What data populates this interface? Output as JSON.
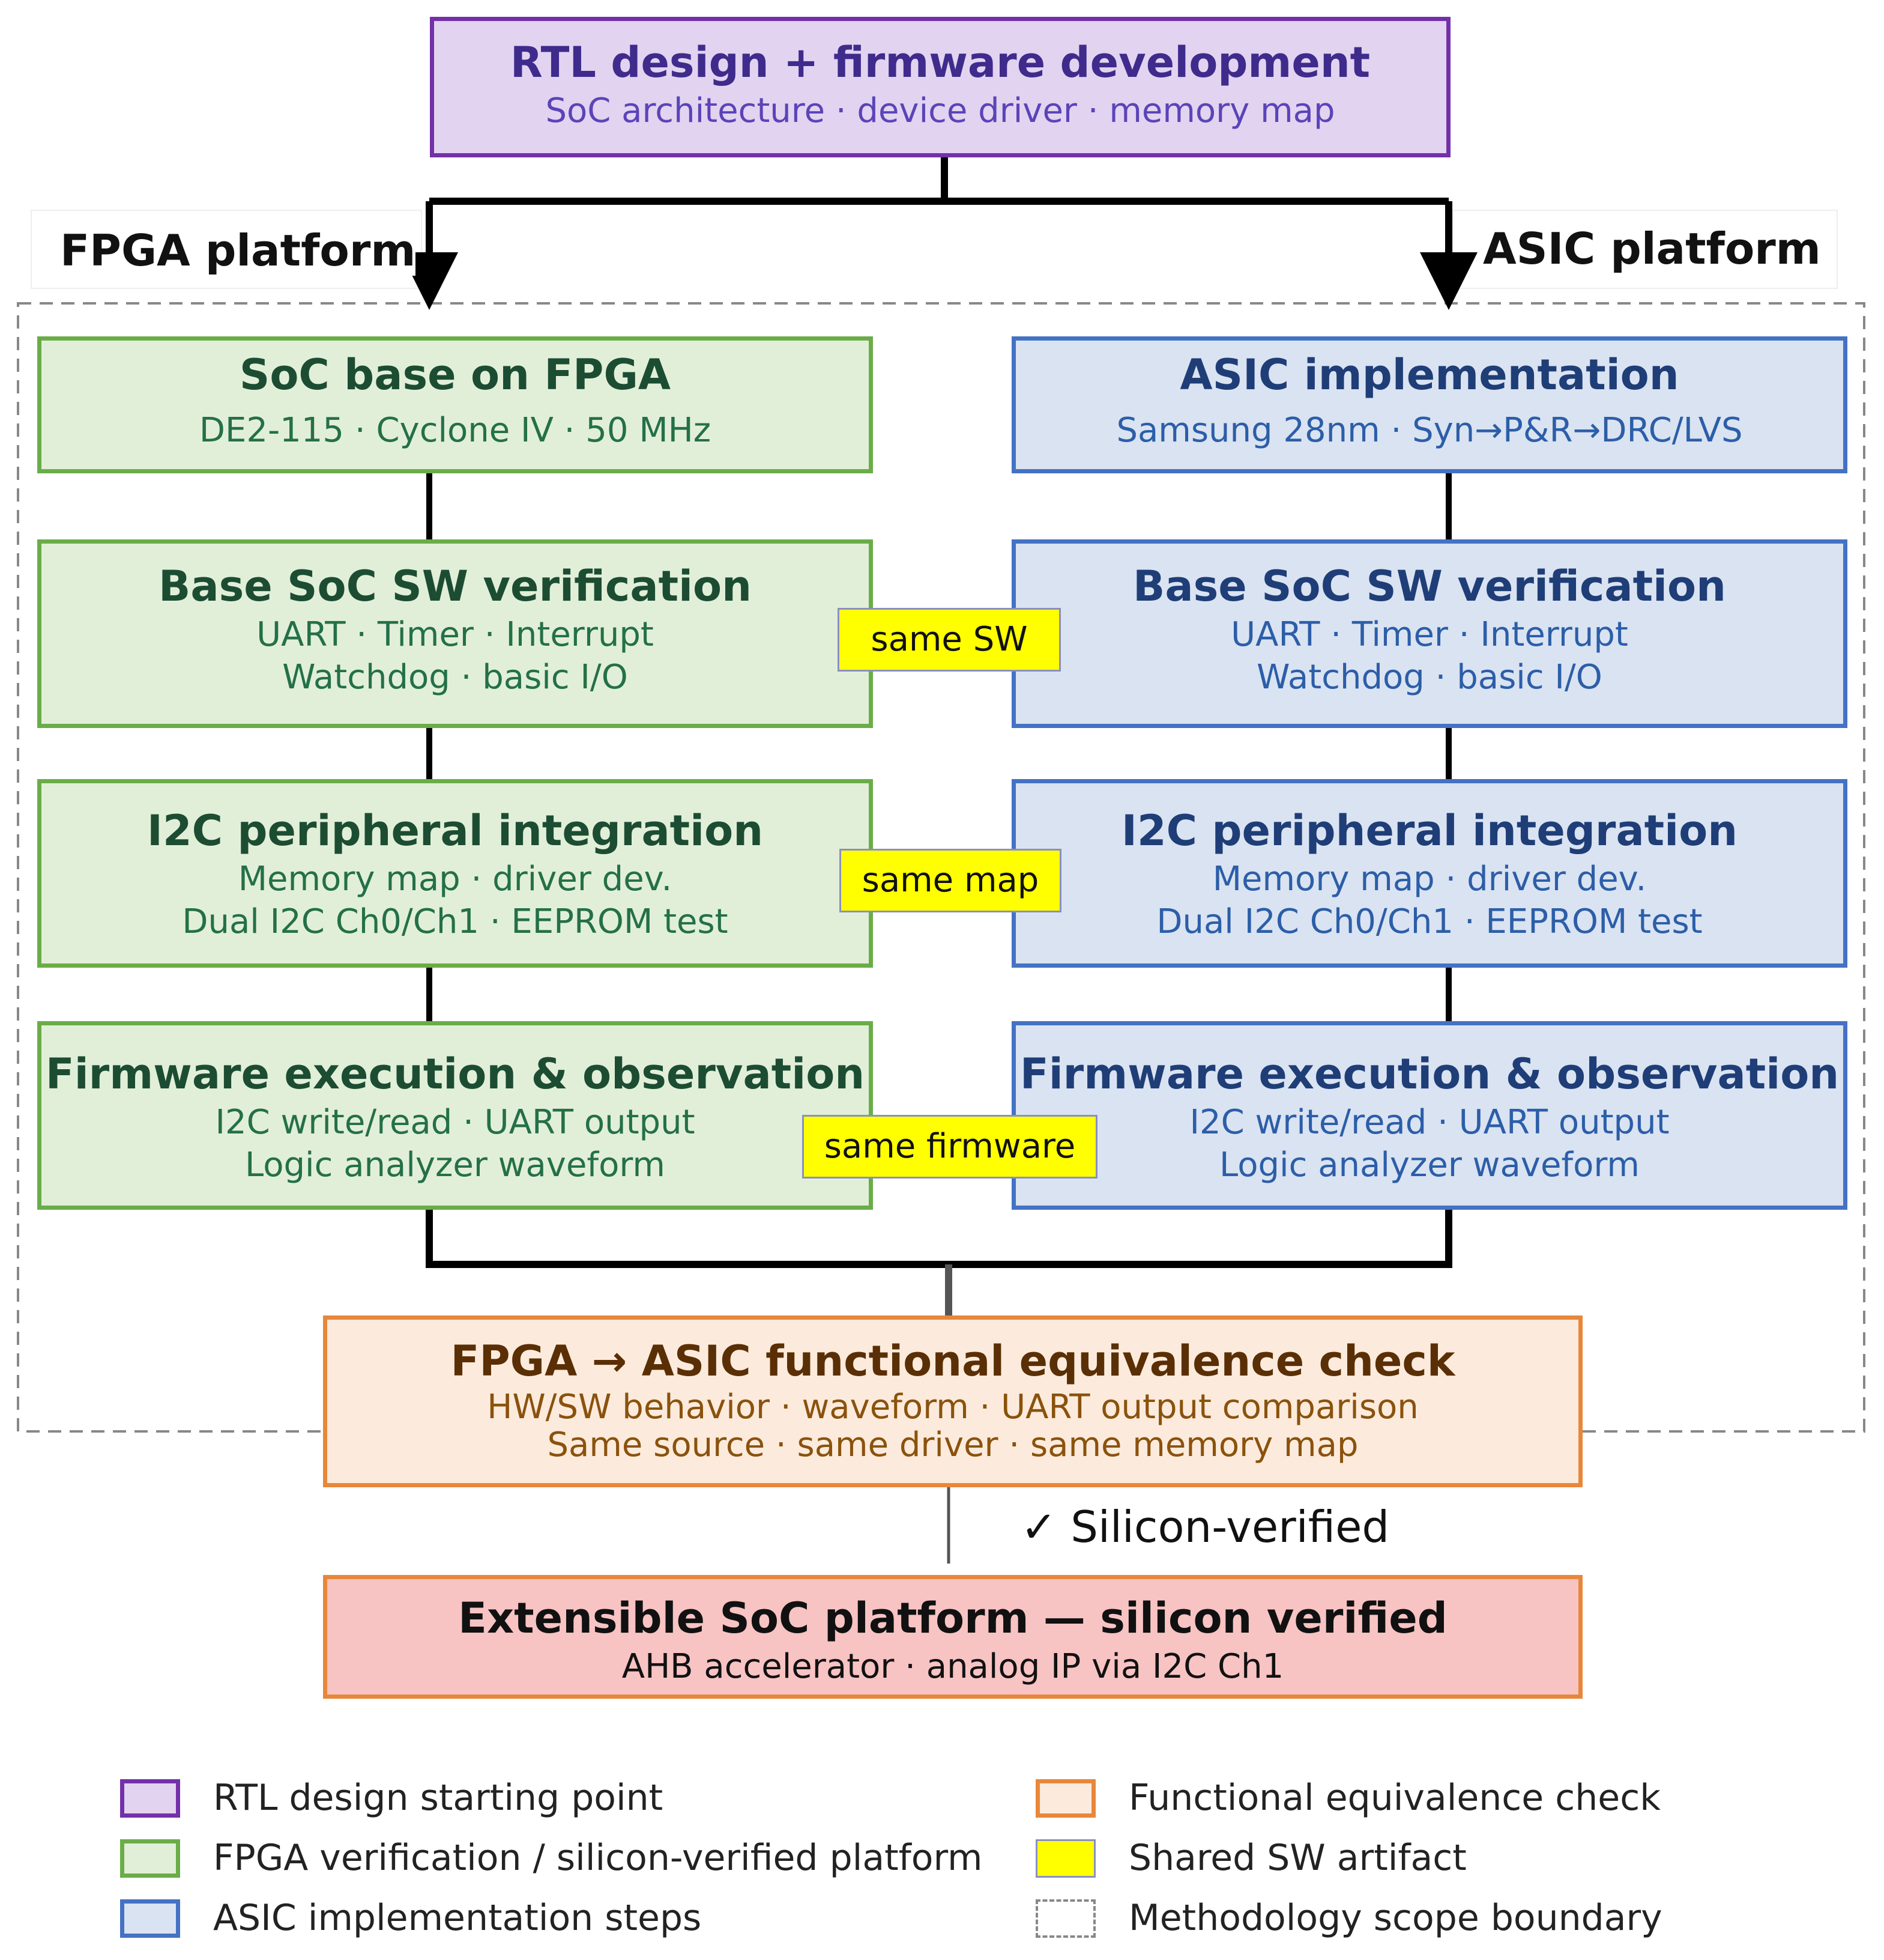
{
  "top": {
    "title": "RTL design + firmware development",
    "subtitle": "SoC architecture · device driver · memory map"
  },
  "platforms": {
    "fpga": "FPGA platform",
    "asic": "ASIC platform"
  },
  "fpga": {
    "soc_base": {
      "title": "SoC base on FPGA",
      "lines": [
        "DE2-115 · Cyclone IV · 50 MHz"
      ]
    },
    "sw_verif": {
      "title": "Base SoC SW verification",
      "lines": [
        "UART · Timer · Interrupt",
        "Watchdog · basic I/O"
      ]
    },
    "i2c": {
      "title": "I2C peripheral integration",
      "lines": [
        "Memory map · driver dev.",
        "Dual I2C Ch0/Ch1 · EEPROM test"
      ]
    },
    "firmware": {
      "title": "Firmware execution & observation",
      "lines": [
        "I2C write/read · UART output",
        "Logic analyzer waveform"
      ]
    }
  },
  "asic": {
    "impl": {
      "title": "ASIC implementation",
      "lines": [
        "Samsung 28nm · Syn→P&R→DRC/LVS"
      ]
    },
    "sw_verif": {
      "title": "Base SoC SW verification",
      "lines": [
        "UART · Timer · Interrupt",
        "Watchdog · basic I/O"
      ]
    },
    "i2c": {
      "title": "I2C peripheral integration",
      "lines": [
        "Memory map · driver dev.",
        "Dual I2C Ch0/Ch1 · EEPROM test"
      ]
    },
    "firmware": {
      "title": "Firmware execution & observation",
      "lines": [
        "I2C write/read · UART output",
        "Logic analyzer waveform"
      ]
    }
  },
  "shared_tags": {
    "sw": "same SW",
    "map": "same map",
    "firmware": "same firmware"
  },
  "equivalence": {
    "title": "FPGA → ASIC functional equivalence check",
    "lines": [
      "HW/SW behavior · waveform · UART output comparison",
      "Same source · same driver · same memory map"
    ]
  },
  "verified_label": "✓ Silicon-verified",
  "final": {
    "title": "Extensible SoC platform — silicon verified",
    "subtitle": "AHB accelerator · analog IP via I2C Ch1"
  },
  "legend": {
    "rtl": "RTL design starting point",
    "fpga": "FPGA verification / silicon-verified platform",
    "asic": "ASIC implementation steps",
    "equiv": "Functional equivalence check",
    "shared": "Shared SW artifact",
    "scope": "Methodology scope boundary"
  },
  "colors": {
    "purple_fill": "#e2d3f1",
    "purple_border": "#7330a8",
    "green_fill": "#e2efd8",
    "green_border": "#6aad48",
    "blue_fill": "#dae3f2",
    "blue_border": "#4472c4",
    "orange_fill": "#fcebdc",
    "orange_border": "#e8873a",
    "red_fill": "#f8c3c3",
    "shared_fill": "#ffff00"
  }
}
